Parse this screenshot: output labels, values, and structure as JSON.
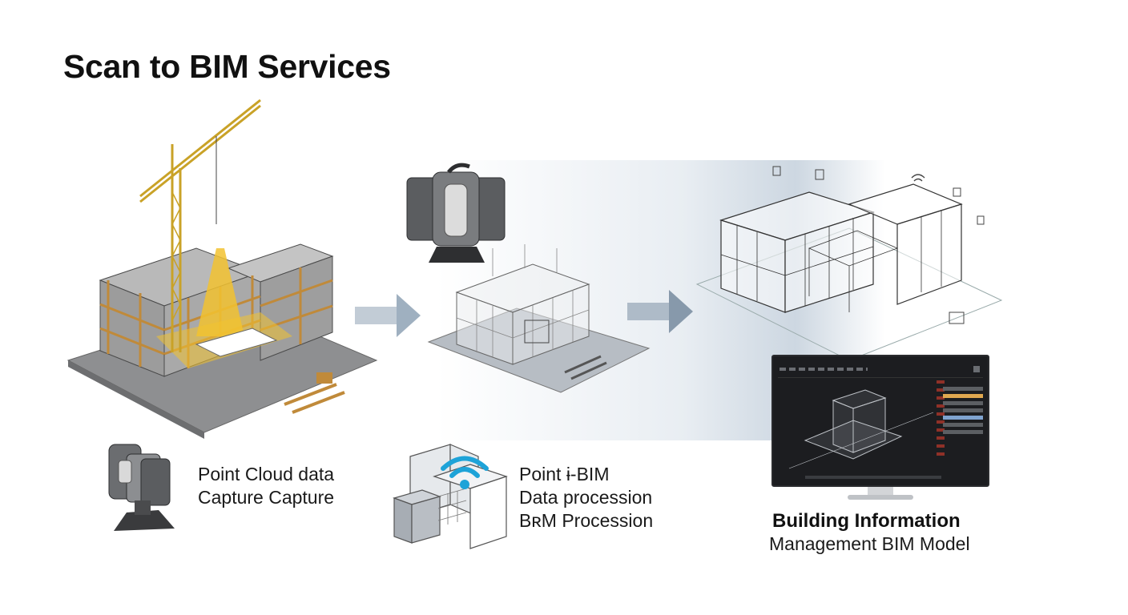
{
  "title": "Scan to BIM Services",
  "steps": [
    {
      "lines": [
        "Point Cloud data",
        "Capture Capture"
      ]
    },
    {
      "lines": [
        "Point ɨ-BIM",
        "Data procession",
        "BʀM Procession"
      ]
    },
    {
      "title": "Building Information",
      "subtitle": "Management BIM Model"
    }
  ],
  "icons": [
    "laser-scanner-icon",
    "wifi-icon",
    "monitor-icon",
    "arrow-right-icon"
  ],
  "colors": {
    "crane": "#c9a227",
    "scan_highlight": "#f2c230",
    "arrow": "#9fb0c0",
    "monitor_screen": "#1c1d20"
  }
}
